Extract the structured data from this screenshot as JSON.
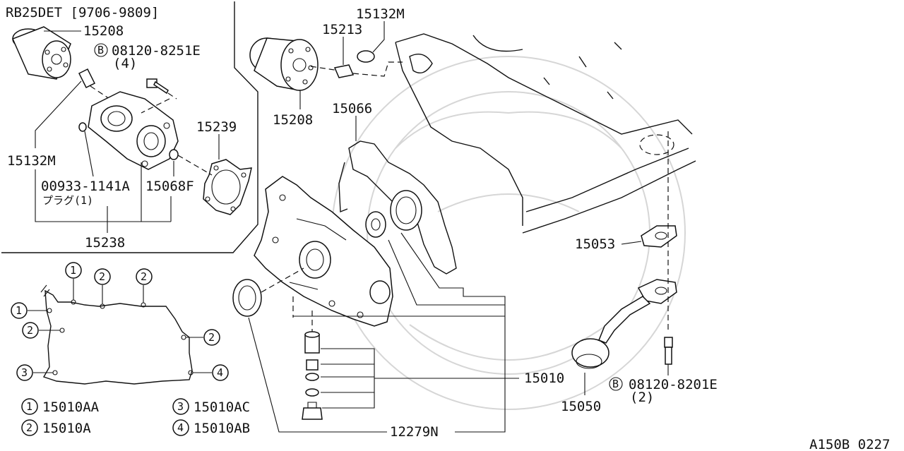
{
  "inset": {
    "engine_title": "RB25DET [9706-9809]",
    "p15208": "15208",
    "bolt_b": "B",
    "bolt_num": "08120-8251E",
    "bolt_qty": "(4)",
    "p15239": "15239",
    "p15132m": "15132M",
    "plug_num": "00933-1141A",
    "plug_jp": "プラグ(1)",
    "p15068f": "15068F",
    "p15238": "15238"
  },
  "main": {
    "p15132m": "15132M",
    "p15213": "15213",
    "p15208": "15208",
    "p15066": "15066",
    "p15053": "15053",
    "p15010": "15010",
    "bolt_b": "B",
    "bolt_num": "08120-8201E",
    "bolt_qty": "(2)",
    "p15050": "15050",
    "p12279n": "12279N"
  },
  "gasket_markers": [
    "1",
    "2",
    "2",
    "1",
    "2",
    "2",
    "3",
    "4"
  ],
  "legend": [
    {
      "num": "1",
      "part": "15010AA"
    },
    {
      "num": "2",
      "part": "15010A"
    },
    {
      "num": "3",
      "part": "15010AC"
    },
    {
      "num": "4",
      "part": "15010AB"
    }
  ],
  "diagram_code": "A150B 0227"
}
